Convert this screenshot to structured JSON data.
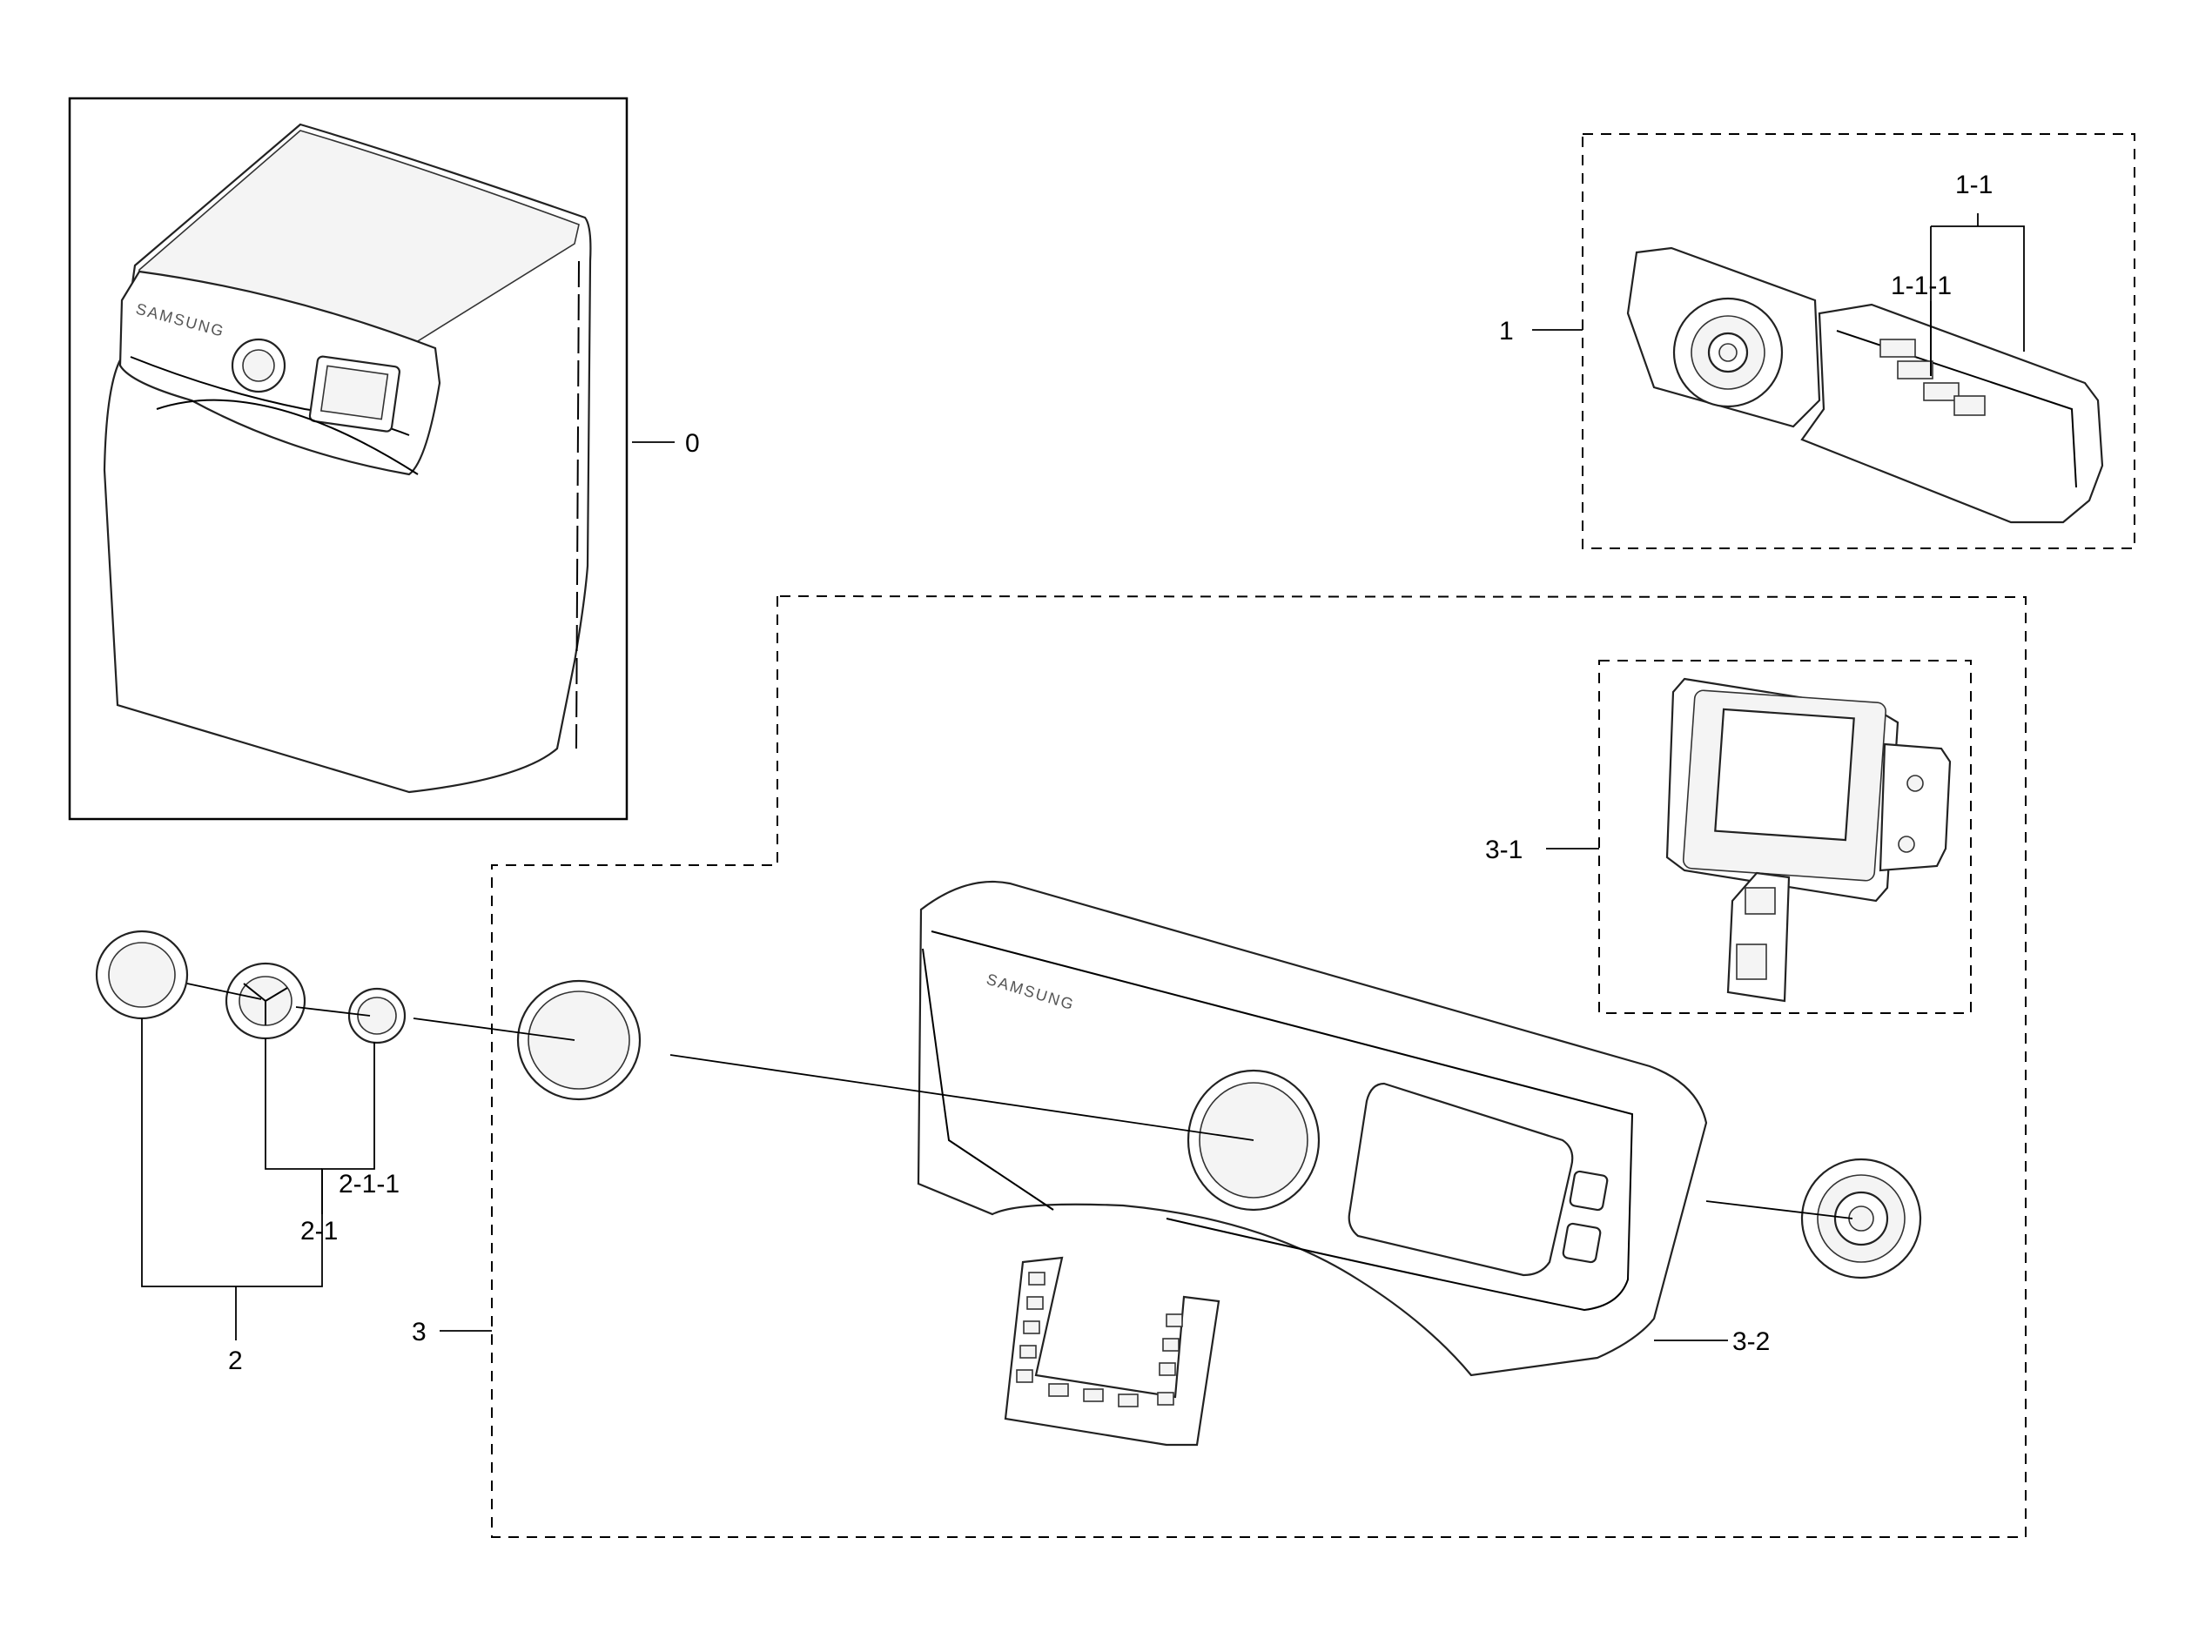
{
  "diagram": {
    "labels": {
      "assembly": "0",
      "pcb_assembly": "1",
      "pcb_main": "1-1",
      "pcb_sub": "1-1-1",
      "knob_assembly": "2",
      "knob": "2-1",
      "knob_cap": "2-1-1",
      "control_panel": "3",
      "display_pcb": "3-1",
      "encoder": "3-2"
    },
    "brand_text": "SAMSUNG"
  }
}
